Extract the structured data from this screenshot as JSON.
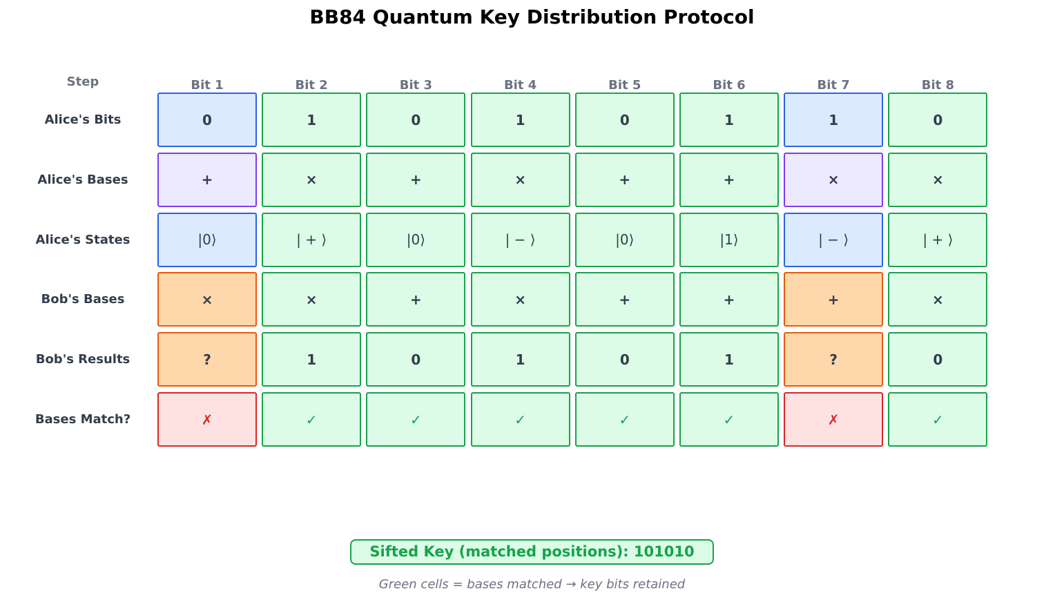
{
  "title": "BB84 Quantum Key Distribution Protocol",
  "step_header": "Step",
  "columns": [
    "Bit 1",
    "Bit 2",
    "Bit 3",
    "Bit 4",
    "Bit 5",
    "Bit 6",
    "Bit 7",
    "Bit 8"
  ],
  "rows": [
    {
      "label": "Alice's Bits",
      "kind": "bits",
      "values": [
        "0",
        "1",
        "0",
        "1",
        "0",
        "1",
        "1",
        "0"
      ]
    },
    {
      "label": "Alice's Bases",
      "kind": "basis",
      "values": [
        "+",
        "×",
        "+",
        "×",
        "+",
        "+",
        "×",
        "×"
      ]
    },
    {
      "label": "Alice's States",
      "kind": "state",
      "values": [
        "|0⟩",
        "| + ⟩",
        "|0⟩",
        "| − ⟩",
        "|0⟩",
        "|1⟩",
        "| − ⟩",
        "| + ⟩"
      ]
    },
    {
      "label": "Bob's Bases",
      "kind": "bob",
      "values": [
        "×",
        "×",
        "+",
        "×",
        "+",
        "+",
        "+",
        "×"
      ]
    },
    {
      "label": "Bob's Results",
      "kind": "bob",
      "values": [
        "?",
        "1",
        "0",
        "1",
        "0",
        "1",
        "?",
        "0"
      ]
    },
    {
      "label": "Bases Match?",
      "kind": "check",
      "values": [
        "✗",
        "✓",
        "✓",
        "✓",
        "✓",
        "✓",
        "✗",
        "✓"
      ]
    }
  ],
  "match": [
    false,
    true,
    true,
    true,
    true,
    true,
    false,
    true
  ],
  "sifted_key": "Sifted Key (matched positions): 101010",
  "caption": "Green cells = bases matched → key bits retained",
  "colors": {
    "match_border": "#16a34a",
    "match_fill": "#dcfce7",
    "alice_bits_mismatch": "#2563eb",
    "alice_basis_mismatch": "#7e3af2",
    "bob_mismatch": "#ea580c",
    "no_match": "#dc2626"
  }
}
